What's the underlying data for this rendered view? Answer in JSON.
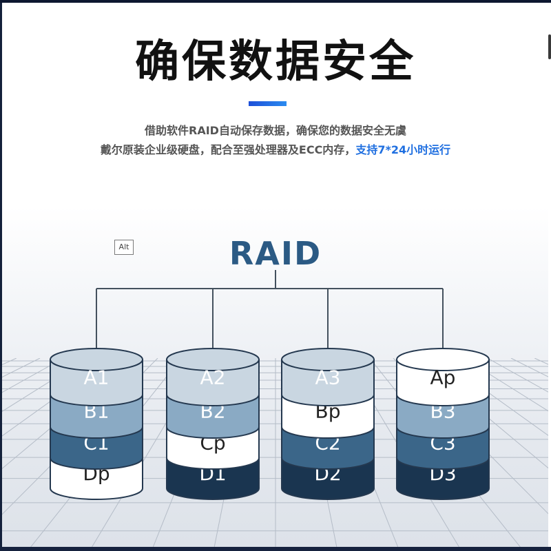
{
  "header": {
    "title": "确保数据安全",
    "line1": "借助软件RAID自动保存数据，确保您的数据安全无虞",
    "line2_prefix": "戴尔原装企业级硬盘，配合至强处理器及ECC内存，",
    "line2_highlight": "支持7*24小时运行"
  },
  "badge": {
    "label": "Alt"
  },
  "diagram": {
    "title": "RAID",
    "disks": [
      {
        "blocks": [
          "A1",
          "B1",
          "C1",
          "Dp"
        ]
      },
      {
        "blocks": [
          "A2",
          "B2",
          "Cp",
          "D1"
        ]
      },
      {
        "blocks": [
          "A3",
          "Bp",
          "C2",
          "D2"
        ]
      },
      {
        "blocks": [
          "Ap",
          "B3",
          "C3",
          "D3"
        ]
      }
    ]
  },
  "colors": {
    "a_row": "#c9d6e1",
    "b_row": "#8aaac4",
    "c_row": "#3b6689",
    "d_row": "#1a3550",
    "parity": "#ffffff",
    "raid_title": "#2b5a84",
    "highlight": "#1f6fe0"
  }
}
